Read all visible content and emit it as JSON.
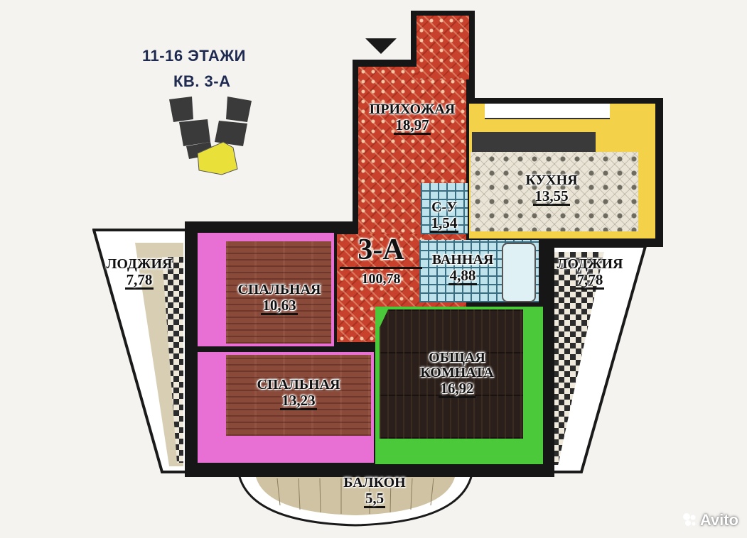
{
  "header": {
    "floors": "11-16 ЭТАЖИ",
    "apartment": "КВ. 3-А"
  },
  "plan": {
    "code": "3-А",
    "total_area": "100,78",
    "rooms": [
      {
        "name": "ПРИХОЖАЯ",
        "area": "18,97"
      },
      {
        "name": "КУХНЯ",
        "area": "13,55"
      },
      {
        "name": "С-У",
        "area": "1,54"
      },
      {
        "name": "ВАННАЯ",
        "area": "4,88"
      },
      {
        "name": "СПАЛЬНАЯ",
        "area": "10,63"
      },
      {
        "name": "СПАЛЬНАЯ",
        "area": "13,23"
      },
      {
        "name": "ОБЩАЯ КОМНАТА",
        "area": "16,92"
      },
      {
        "name": "ЛОДЖИЯ",
        "area": "7,78"
      },
      {
        "name": "ЛОДЖИЯ",
        "area": "7,78"
      },
      {
        "name": "БАЛКОН",
        "area": "5,5"
      }
    ]
  },
  "colors": {
    "header_text": "#1e2a50",
    "hall": "#c7412c",
    "kitchen_wall": "#f3d24a",
    "bedroom_wall": "#e86fd4",
    "living_wall": "#4cc93a",
    "key_plan_highlight": "#e9e03a"
  },
  "watermark": "Avito"
}
